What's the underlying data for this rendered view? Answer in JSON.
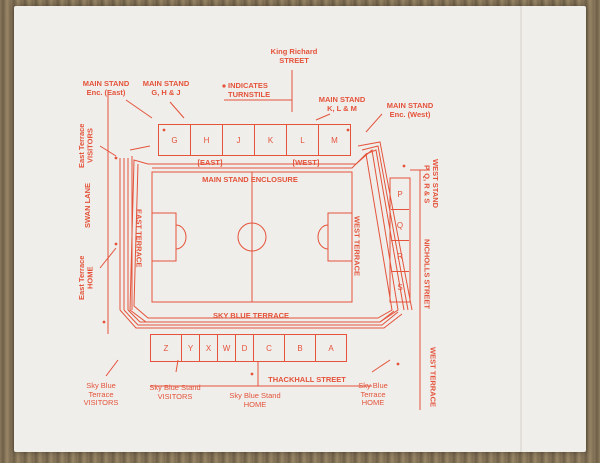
{
  "labels": {
    "king_richard_street": "King Richard\nSTREET",
    "main_stand_east": "MAIN STAND\nEnc. (East)",
    "main_stand_ghj": "MAIN STAND\nG, H & J",
    "indicates_turnstile": "INDICATES\nTURNSTILE",
    "main_stand_klm": "MAIN STAND\nK, L & M",
    "main_stand_west": "MAIN STAND\nEnc. (West)",
    "east_terrace_visitors": "East Terrace\nVISITORS",
    "swan_lane": "SWAN LANE",
    "east_terrace": "EAST TERRACE",
    "east_terrace_home": "East Terrace\nHOME",
    "east_sub": "[EAST]",
    "west_sub": "[WEST]",
    "main_stand_enclosure": "MAIN STAND ENCLOSURE",
    "west_terrace_inner": "WEST TERRACE",
    "west_stand": "WEST STAND\nP, Q, R & S",
    "nicholls_street": "NICHOLLS STREET",
    "west_terrace_outer": "WEST TERRACE",
    "sky_blue_terrace": "SKY BLUE TERRACE",
    "thackhall_street": "THACKHALL STREET",
    "sky_blue_terrace_visitors": "Sky Blue\nTerrace\nVISITORS",
    "sky_blue_stand_visitors": "Sky Blue Stand\nVISITORS",
    "sky_blue_stand_home": "Sky Blue Stand\nHOME",
    "sky_blue_terrace_home": "Sky Blue\nTerrace\nHOME"
  },
  "main_stand_blocks": [
    "G",
    "H",
    "J",
    "K",
    "L",
    "M"
  ],
  "west_stand_blocks": [
    "P",
    "Q",
    "R",
    "S"
  ],
  "sky_blue_stand_blocks": [
    "Z",
    "Y",
    "X",
    "W",
    "D",
    "C",
    "B",
    "A"
  ],
  "colors": {
    "ink": "#e4533a",
    "paper": "#f0eeeb"
  }
}
